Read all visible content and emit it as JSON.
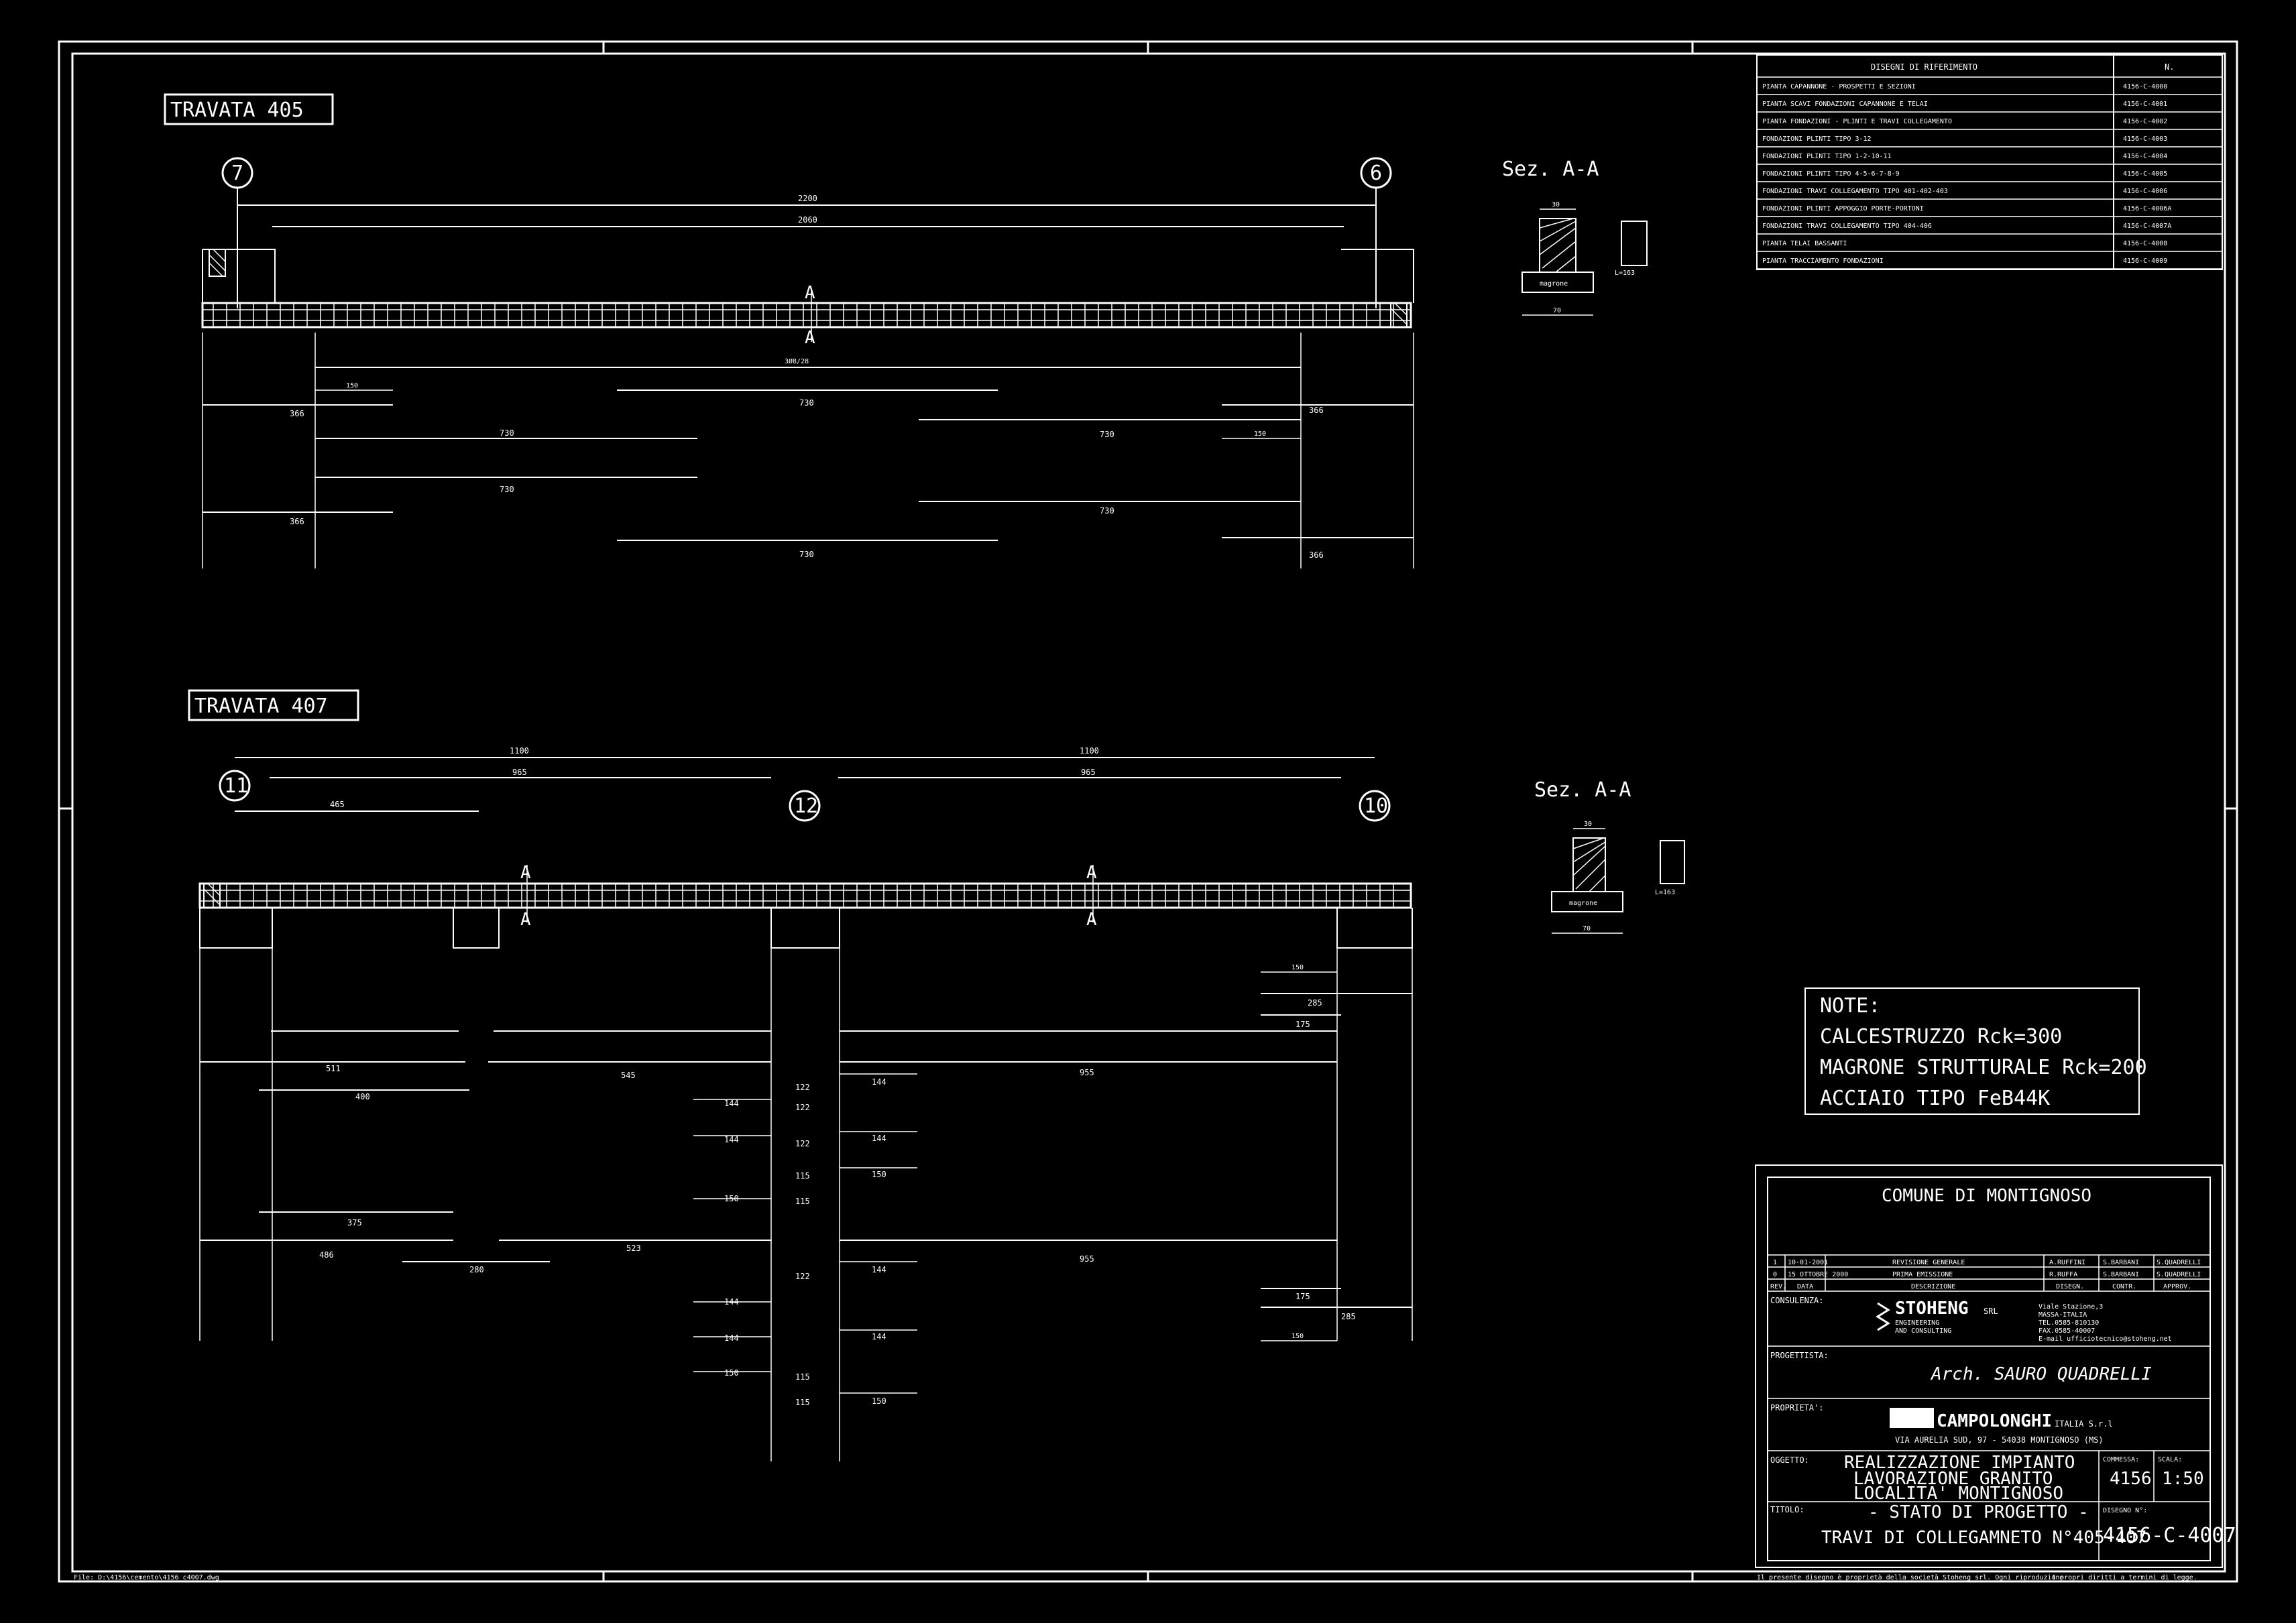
{
  "beam405": {
    "title": "TRAVATA 405",
    "axis_left": "7",
    "axis_right": "6",
    "dim_total": "2200",
    "dim_inner": "2060",
    "section_mark": "A"
  },
  "beam407": {
    "title": "TRAVATA 407",
    "axis_left": "11",
    "axis_mid": "12",
    "axis_right": "10",
    "dim_left": "1100",
    "dim_right": "1100",
    "dim_inner_left": "965",
    "dim_inner_right": "965",
    "dim_465": "465",
    "section_mark": "A"
  },
  "section1": {
    "title": "Sez. A-A",
    "dim_top": "30",
    "label": "magrone",
    "dim_base": "70",
    "stirrup": "L=163"
  },
  "section2": {
    "title": "Sez. A-A",
    "dim_top": "30",
    "label": "magrone",
    "dim_base": "70",
    "stirrup": "L=163"
  },
  "rebar405": {
    "top": "3Ø8/28",
    "l1": "730",
    "l2": "366",
    "l3": "150",
    "l4": "730",
    "l5": "730",
    "l6": "730",
    "l7": "730",
    "l8": "730",
    "l9": "366",
    "l10": "366",
    "l11": "366",
    "l12": "150"
  },
  "rebar407": {
    "v545": "545",
    "v955a": "955",
    "v955b": "955",
    "v51": "511",
    "v400": "400",
    "v375": "375",
    "v486": "486",
    "v280": "280",
    "v523": "523",
    "v122a": "122",
    "v122b": "122",
    "v122c": "122",
    "v122d": "122",
    "v115a": "115",
    "v115b": "115",
    "v115c": "115",
    "v115d": "115",
    "v144a": "144",
    "v144b": "144",
    "v144c": "144",
    "v144d": "144",
    "v144e": "144",
    "v144f": "144",
    "v144g": "144",
    "v144h": "144",
    "v150a": "150",
    "v150b": "150",
    "v150c": "150",
    "v150d": "150",
    "v285a": "285",
    "v285b": "285",
    "v175a": "175",
    "v175b": "175",
    "v150e": "150",
    "v150f": "150"
  },
  "ref_table": {
    "header": "DISEGNI DI RIFERIMENTO",
    "header_n": "N.",
    "rows": [
      {
        "d": "PIANTA CAPANNONE - PROSPETTI E SEZIONI",
        "n": "4156-C-4000"
      },
      {
        "d": "PIANTA SCAVI FONDAZIONI CAPANNONE E TELAI",
        "n": "4156-C-4001"
      },
      {
        "d": "PIANTA FONDAZIONI - PLINTI E TRAVI COLLEGAMENTO",
        "n": "4156-C-4002"
      },
      {
        "d": "FONDAZIONI PLINTI TIPO 3-12",
        "n": "4156-C-4003"
      },
      {
        "d": "FONDAZIONI PLINTI TIPO 1-2-10-11",
        "n": "4156-C-4004"
      },
      {
        "d": "FONDAZIONI PLINTI TIPO 4-5-6-7-8-9",
        "n": "4156-C-4005"
      },
      {
        "d": "FONDAZIONI TRAVI COLLEGAMENTO TIPO 401-402-403",
        "n": "4156-C-4006"
      },
      {
        "d": "FONDAZIONI PLINTI APPOGGIO PORTE-PORTONI",
        "n": "4156-C-4006A"
      },
      {
        "d": "FONDAZIONI TRAVI COLLEGAMENTO TIPO 404-406",
        "n": "4156-C-4007A"
      },
      {
        "d": "PIANTA TELAI BASSANTI",
        "n": "4156-C-4008"
      },
      {
        "d": "PIANTA TRACCIAMENTO FONDAZIONI",
        "n": "4156-C-4009"
      }
    ]
  },
  "notes": {
    "title": "NOTE:",
    "line1": "CALCESTRUZZO Rck=300",
    "line2": "MAGRONE STRUTTURALE Rck=200",
    "line3": "ACCIAIO TIPO FeB44K"
  },
  "title_block": {
    "comune": "COMUNE DI MONTIGNOSO",
    "rev_rows": [
      {
        "rev": "1",
        "data": "10-01-2001",
        "desc": "REVISIONE GENERALE",
        "a": "A.RUFFINI",
        "b": "S.BARBANI",
        "c": "S.QUADRELLI"
      },
      {
        "rev": "0",
        "data": "15 OTTOBRE 2000",
        "desc": "PRIMA EMISSIONE",
        "a": "R.RUFFA",
        "b": "S.BARBANI",
        "c": "S.QUADRELLI"
      }
    ],
    "rev_head": {
      "rev": "REV.",
      "data": "DATA",
      "desc": "DESCRIZIONE",
      "a": "DISEGN.",
      "b": "CONTR.",
      "c": "APPROV."
    },
    "consulenza_label": "CONSULENZA:",
    "company": "STOHENG",
    "company_sfx": "SRL",
    "company_sub1": "ENGINEERING",
    "company_sub2": "AND CONSULTING",
    "address1": "Viale Stazione,3",
    "address2": "MASSA-ITALIA",
    "address3": "TEL.0585-810130",
    "address4": "FAX.0585-40007",
    "address5": "E-mail ufficiotecnico@stoheng.net",
    "progettista_label": "PROGETTISTA:",
    "progettista": "Arch. SAURO QUADRELLI",
    "proprieta_label": "PROPRIETA':",
    "owner": "CAMPOLONGHI",
    "owner_sfx": "ITALIA S.r.l",
    "owner_addr": "VIA AURELIA SUD, 97 - 54038 MONTIGNOSO (MS)",
    "oggetto_label": "OGGETTO:",
    "oggetto1": "REALIZZAZIONE IMPIANTO",
    "oggetto2": "LAVORAZIONE GRANITO",
    "oggetto3": "LOCALITA' MONTIGNOSO",
    "commessa_label": "COMMESSA:",
    "commessa": "4156",
    "scala_label": "SCALA:",
    "scala": "1:50",
    "titolo_label": "TITOLO:",
    "titolo1": "- STATO DI PROGETTO -",
    "titolo2": "TRAVI DI COLLEGAMNETO N°405-407",
    "disegno_label": "DISEGNO N°:",
    "disegno": "4156-C-4007"
  },
  "footer": {
    "file": "File: D:\\4156\\cemento\\4156_c4007.dwg",
    "legal1": "Il presente disegno è proprietà della società Stoheng srl. Ogni riproduzione",
    "legal2": "I propri diritti a termini di legge."
  }
}
